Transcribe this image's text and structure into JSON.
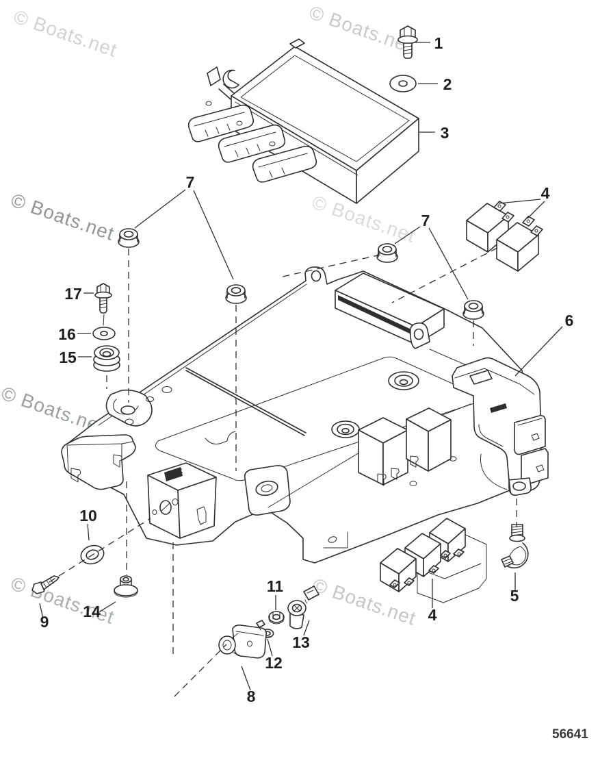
{
  "page": {
    "type": "parts-diagram",
    "background": "#ffffff"
  },
  "watermark": {
    "text": "© Boats.net"
  },
  "drawing_number": "56641",
  "colors": {
    "ink": "#2e2e2e",
    "watermark_light": "#d3d7d4",
    "watermark_medium": "#aeb4b1",
    "watermark_dark": "#8f9693",
    "background": "#ffffff"
  },
  "callouts": {
    "c1": {
      "label": "1"
    },
    "c2": {
      "label": "2"
    },
    "c3": {
      "label": "3"
    },
    "c4_upper": {
      "label": "4"
    },
    "c4_lower": {
      "label": "4"
    },
    "c5": {
      "label": "5"
    },
    "c6": {
      "label": "6"
    },
    "c7_left": {
      "label": "7"
    },
    "c7_right": {
      "label": "7"
    },
    "c8": {
      "label": "8"
    },
    "c9": {
      "label": "9"
    },
    "c10": {
      "label": "10"
    },
    "c11": {
      "label": "11"
    },
    "c12": {
      "label": "12"
    },
    "c13": {
      "label": "13"
    },
    "c14": {
      "label": "14"
    },
    "c15": {
      "label": "15"
    },
    "c16": {
      "label": "16"
    },
    "c17": {
      "label": "17"
    }
  }
}
